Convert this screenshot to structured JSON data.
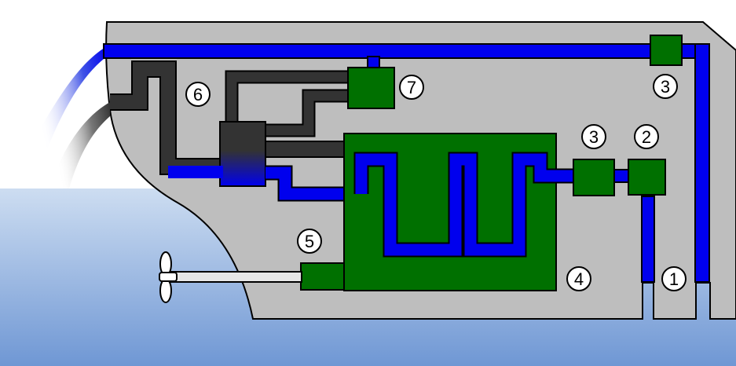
{
  "labels": {
    "raw_water_intake": "1",
    "strainer": "2",
    "pump_lower": "3",
    "pump_upper": "3",
    "engine": "4",
    "gearbox": "5",
    "exhaust_outlet": "6",
    "heat_exchanger": "7"
  },
  "colors": {
    "hull": "#bebebe",
    "water_top": "#cdddf1",
    "water_bottom": "#6f97d4",
    "coolant_line": "#0000ee",
    "exhaust_line": "#333333",
    "component": "#007000",
    "outline": "#000000",
    "shaft": "#e6e6e6"
  },
  "icons": {
    "propeller": "propeller-icon"
  }
}
